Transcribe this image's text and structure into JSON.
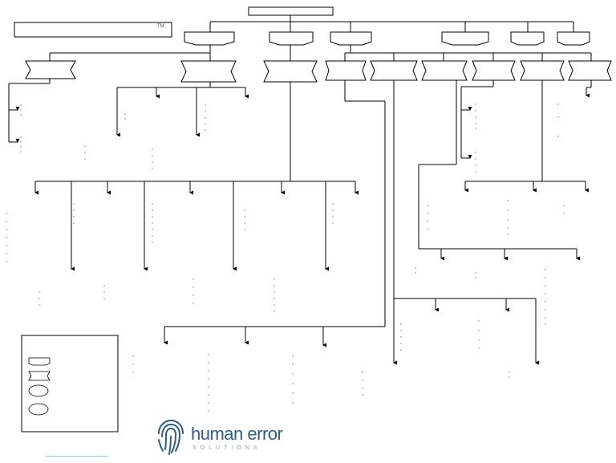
{
  "header": {
    "title_box_text": "",
    "subtitle_box_text": "",
    "subtitle_mark": "TM"
  },
  "brand": {
    "name_part1": "human",
    "name_part2": "error",
    "tagline": "SOLUTIONS",
    "color": "#2e5d8a",
    "tagline_color": "#8a9fb5"
  },
  "legend": {
    "items": [
      {
        "shape": "tab"
      },
      {
        "shape": "bowtie"
      },
      {
        "shape": "ellipse"
      },
      {
        "shape": "ellipse"
      }
    ]
  },
  "colors": {
    "line": "#000000",
    "node_fill": "#ffffff",
    "link": "#8fc9e8"
  }
}
